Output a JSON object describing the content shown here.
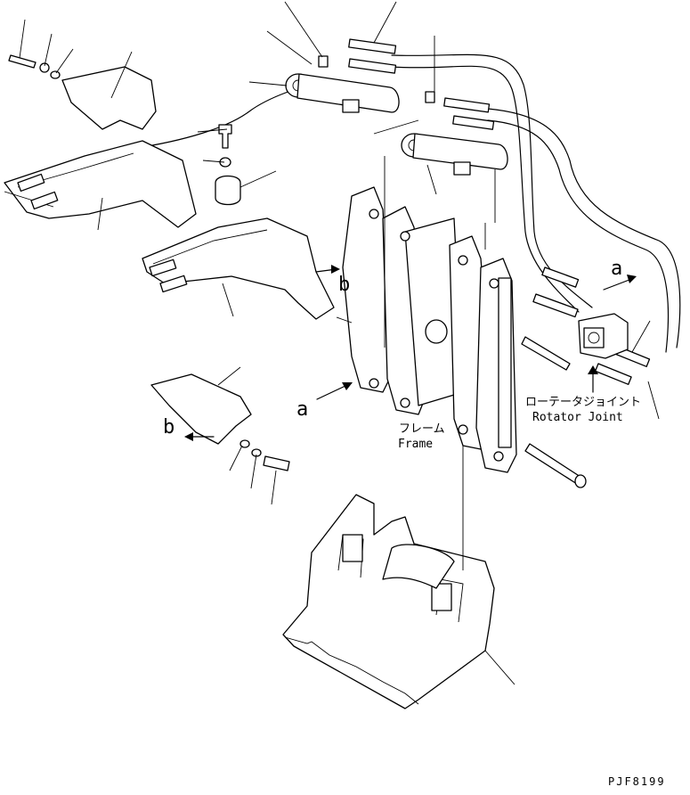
{
  "drawing_code": "PJF8199",
  "labels": {
    "view_a_top": "a",
    "view_a_left": "a",
    "view_b_right": "b",
    "view_b_left": "b",
    "rotator_joint_jp": "ローテータジョイント",
    "rotator_joint_en": "Rotator Joint",
    "frame_jp": "フレーム",
    "frame_en": "Frame"
  }
}
